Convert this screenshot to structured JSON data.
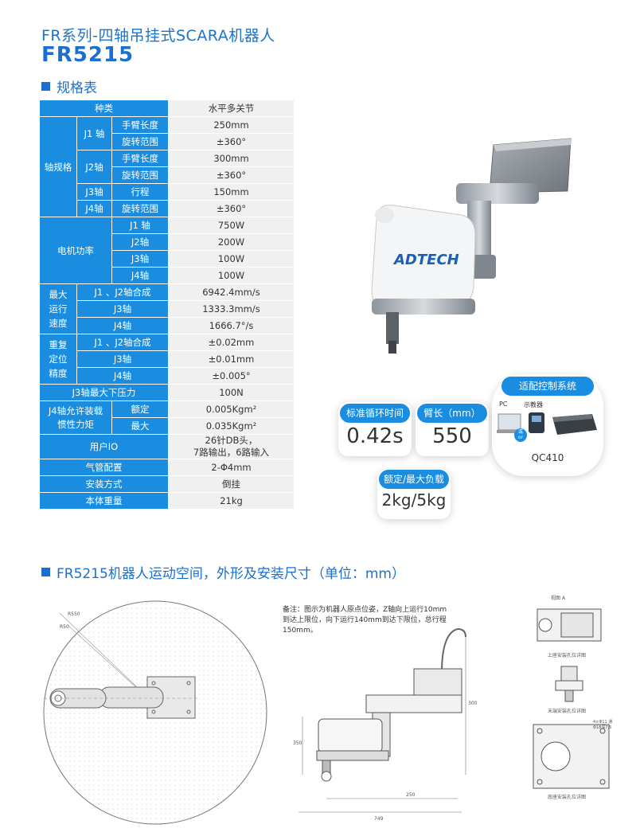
{
  "header": {
    "subtitle": "FR系列-四轴吊挂式SCARA机器人",
    "model": "FR5215"
  },
  "spec_section_title": "规格表",
  "spec": {
    "type_label": "种类",
    "type_value": "水平多关节",
    "axis_spec_label": "轴规格",
    "j1_label": "J1 轴",
    "j2_label": "J2轴",
    "j3_label": "J3轴",
    "j4_label": "J4轴",
    "arm_length_label": "手臂长度",
    "rotation_range_label": "旋转范围",
    "stroke_label": "行程",
    "j1_arm_length": "250mm",
    "j1_rotation": "±360°",
    "j2_arm_length": "300mm",
    "j2_rotation": "±360°",
    "j3_stroke": "150mm",
    "j4_rotation": "±360°",
    "motor_power_label": "电机功率",
    "mp_j1_label": "J1 轴",
    "mp_j2_label": "J2轴",
    "mp_j3_label": "J3轴",
    "mp_j4_label": "J4轴",
    "mp_j1": "750W",
    "mp_j2": "200W",
    "mp_j3": "100W",
    "mp_j4": "100W",
    "max_speed_label": "最大\n运行\n速度",
    "speed_j12_label": "J1 、J2轴合成",
    "speed_j3_label": "J3轴",
    "speed_j4_label": "J4轴",
    "speed_j12": "6942.4mm/s",
    "speed_j3": "1333.3mm/s",
    "speed_j4": "1666.7°/s",
    "repeat_label": "重复\n定位\n精度",
    "rep_j12_label": "J1 、J2轴合成",
    "rep_j3_label": "J3轴",
    "rep_j4_label": "J4轴",
    "rep_j12": "±0.02mm",
    "rep_j3": "±0.01mm",
    "rep_j4": "±0.005°",
    "j3_force_label": "J3轴最大下压力",
    "j3_force": "100N",
    "j4_inertia_label": "J4轴允许装载\n惯性力矩",
    "rated_label": "额定",
    "max_label": "最大",
    "j4_inertia_rated": "0.005Kgm²",
    "j4_inertia_max": "0.035Kgm²",
    "user_io_label": "用户IO",
    "user_io": "26针DB头，\n7路输出，6路输入",
    "air_label": "气管配置",
    "air": "2-Φ4mm",
    "install_label": "安装方式",
    "install": "倒挂",
    "weight_label": "本体重量",
    "weight": "21kg"
  },
  "cards": {
    "cycle_label": "标准循环时间",
    "cycle_value": "0.42s",
    "arm_label": "臂长（mm）",
    "arm_value": "550",
    "load_label": "额定/最大负载",
    "load_value": "2kg/5kg",
    "controller_label": "适配控制系统",
    "controller_pc": "PC",
    "controller_pendant": "示教器",
    "controller_or": "或\nor",
    "controller_model": "QC410"
  },
  "brand": "ADTECH",
  "drawing_section_title": "FR5215机器人运动空间，外形及安装尺寸（单位：mm）",
  "drawing": {
    "note": "备注：图示为机器人原点位姿，Z轴向上运行10mm到达上限位，向下运行140mm到达下限位，总行程150mm。",
    "r550": "R550",
    "r350": "R50",
    "dim_350": "350",
    "dim_250": "250",
    "dim_749": "749",
    "dim_300": "300",
    "view_a": "视图 A",
    "top_install": "上座安装孔位详图",
    "flange": "末端安装孔位详图",
    "base_install": "底座安装孔位详图",
    "hole_label": "4×Φ11 通",
    "hole_sub": "Φ18深7.5"
  }
}
